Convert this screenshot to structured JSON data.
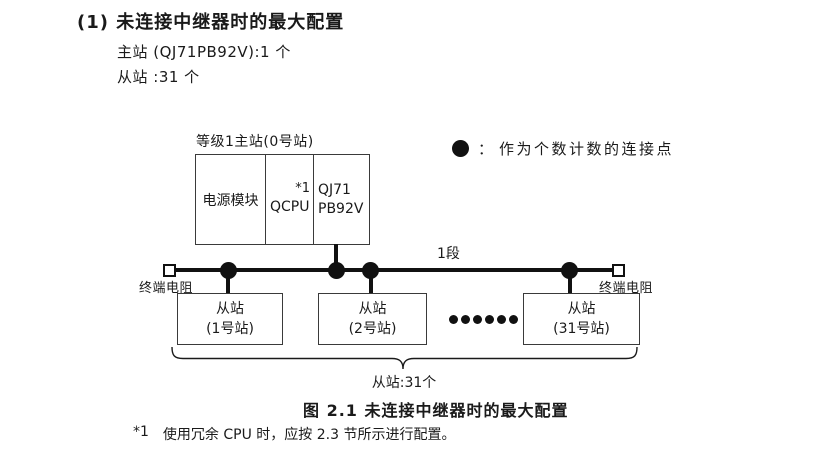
{
  "header": {
    "heading": "(1) 未连接中继器时的最大配置",
    "master_count_line": "主站 (QJ71PB92V):1 个",
    "slave_count_line": "从站 :31 个"
  },
  "legend": {
    "colon": "：",
    "text": "作为个数计数的连接点"
  },
  "diagram": {
    "master_label": "等级1主站(0号站)",
    "master_cells": {
      "power": "电源模块",
      "cpu": "QCPU",
      "cpu_note": "*1",
      "module_line1": "QJ71",
      "module_line2": "PB92V"
    },
    "segment_label": "1段",
    "terminator_left": "终端电阻",
    "terminator_right": "终端电阻",
    "slaves": [
      {
        "line1": "从站",
        "line2": "(1号站)"
      },
      {
        "line1": "从站",
        "line2": "(2号站)"
      },
      {
        "line1": "从站",
        "line2": "(31号站)"
      }
    ],
    "brace_label": "从站:31个"
  },
  "caption": "图 2.1 未连接中继器时的最大配置",
  "footnote": {
    "marker": "*1",
    "text": "使用冗余 CPU 时，应按 2.3 节所示进行配置。"
  },
  "colors": {
    "ink": "#1a1a1a",
    "line_thick": "#111111",
    "border": "#3a3a3a",
    "background": "#ffffff"
  }
}
